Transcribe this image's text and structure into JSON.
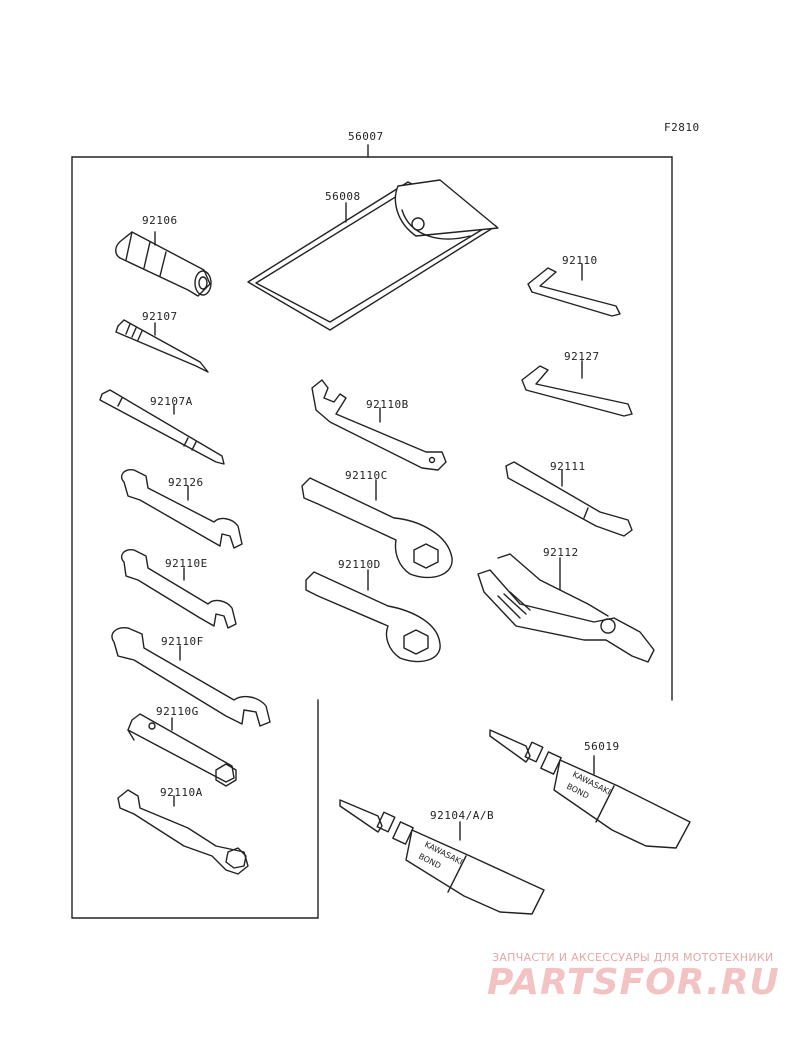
{
  "figure_code": "F2810",
  "parts": {
    "p56007": "56007",
    "p56008": "56008",
    "p92106": "92106",
    "p92107": "92107",
    "p92107A": "92107A",
    "p92126": "92126",
    "p92110E": "92110E",
    "p92110F": "92110F",
    "p92110G": "92110G",
    "p92110A": "92110A",
    "p92110": "92110",
    "p92127": "92127",
    "p92110B": "92110B",
    "p92111": "92111",
    "p92110C": "92110C",
    "p92112": "92112",
    "p92110D": "92110D",
    "p56019": "56019",
    "p92104": "92104/A/B"
  },
  "tube_label": {
    "brand": "KAWASAKI",
    "product": "BOND"
  },
  "watermark": {
    "tagline": "ЗАПЧАСТИ И АКСЕССУАРЫ ДЛЯ МОТОТЕХНИКИ",
    "logo": "PARTSFOR.RU"
  },
  "colors": {
    "line": "#222222",
    "watermark": "#f3c3c3"
  }
}
